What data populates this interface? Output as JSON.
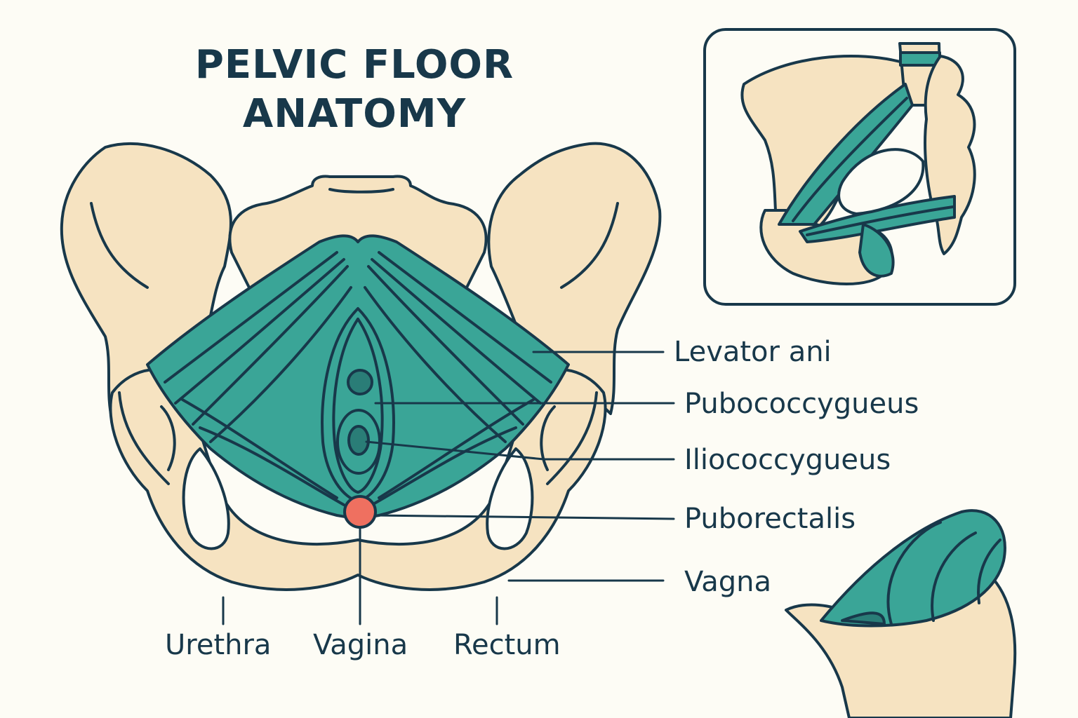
{
  "title": {
    "line1": "PELVIC FLOOR",
    "line2": "ANATOMY"
  },
  "labels": {
    "right": [
      "Levator ani",
      "Pubococcygueus",
      "Iliococcygueus",
      "Puborectalis",
      "Vagna"
    ],
    "bottom": [
      "Urethra",
      "Vagina",
      "Rectum"
    ]
  },
  "colors": {
    "bone": "#f6e3c1",
    "muscle": "#3aa597",
    "muscle_dark": "#2a7d77",
    "outline": "#18384a",
    "rectum_dot": "#ef7060",
    "background": "#fdfcf5"
  }
}
